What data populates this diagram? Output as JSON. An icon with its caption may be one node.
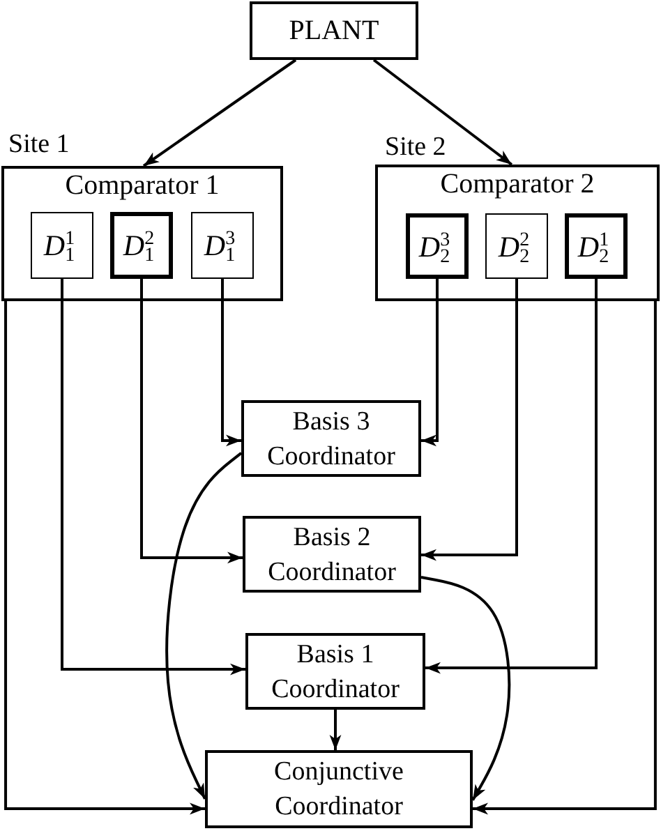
{
  "diagram": {
    "nodes": [
      {
        "text": [
          "PLANT"
        ]
      },
      {
        "text": [
          "Comparator 1"
        ],
        "beside": [
          "Site 1"
        ]
      },
      {
        "text": [
          "*D*$_{1}$$^{1}$"
        ],
        "in": 1
      },
      {
        "text": [
          "*D*$_{1}$$^{2}$"
        ],
        "in": 1
      },
      {
        "text": [
          "*D*$_{1}$$^{3}$"
        ],
        "in": 1
      },
      {
        "text": [
          "Comparator 2"
        ],
        "beside": [
          "Site 2"
        ]
      },
      {
        "text": [
          "*D*$_{2}$$^{3}$"
        ],
        "in": 5
      },
      {
        "text": [
          "*D*$_{2}$$^{2}$"
        ],
        "in": 5
      },
      {
        "text": [
          "*D*$_{2}$$^{1}$"
        ],
        "in": 5
      },
      {
        "text": [
          "Basis 3 Coordinator"
        ]
      },
      {
        "text": [
          "Basis 2 Coordinator"
        ]
      },
      {
        "text": [
          "Basis 1 Coordinator"
        ]
      },
      {
        "text": [
          "Conjunctive Coordinator"
        ]
      }
    ],
    "edges": [
      {
        "from": 0,
        "to": 1,
        "arrow": "to"
      },
      {
        "from": 0,
        "to": 5,
        "arrow": "to"
      },
      {
        "from": 4,
        "to": 9,
        "arrow": "to"
      },
      {
        "from": 6,
        "to": 9,
        "arrow": "to"
      },
      {
        "from": 3,
        "to": 10,
        "arrow": "to"
      },
      {
        "from": 7,
        "to": 10,
        "arrow": "to"
      },
      {
        "from": 2,
        "to": 11,
        "arrow": "to"
      },
      {
        "from": 8,
        "to": 11,
        "arrow": "to"
      },
      {
        "from": 1,
        "to": 12,
        "arrow": "to"
      },
      {
        "from": 5,
        "to": 12,
        "arrow": "to"
      },
      {
        "from": 9,
        "to": 12,
        "arrow": "to"
      },
      {
        "from": 10,
        "to": 12,
        "arrow": "to"
      },
      {
        "from": 11,
        "to": 12,
        "arrow": "to"
      }
    ]
  }
}
